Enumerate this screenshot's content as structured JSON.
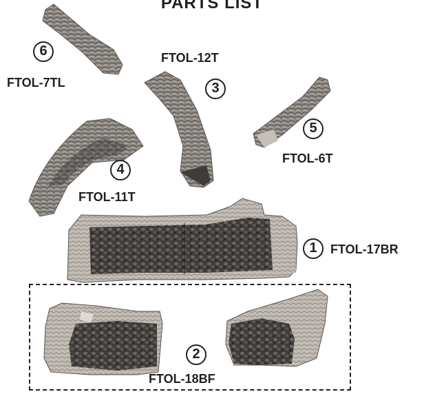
{
  "title": "PARTS LIST",
  "parts": [
    {
      "number": "1",
      "code": "FTOL-17BR"
    },
    {
      "number": "2",
      "code": "FTOL-18BF"
    },
    {
      "number": "3",
      "code": "FTOL-12T"
    },
    {
      "number": "4",
      "code": "FTOL-11T"
    },
    {
      "number": "5",
      "code": "FTOL-6T"
    },
    {
      "number": "6",
      "code": "FTOL-7TL"
    }
  ],
  "colors": {
    "ink": "#231f20",
    "bark_light": "#b5aea6",
    "bark_dark": "#4a4744",
    "bark_mid": "#7d7873"
  }
}
